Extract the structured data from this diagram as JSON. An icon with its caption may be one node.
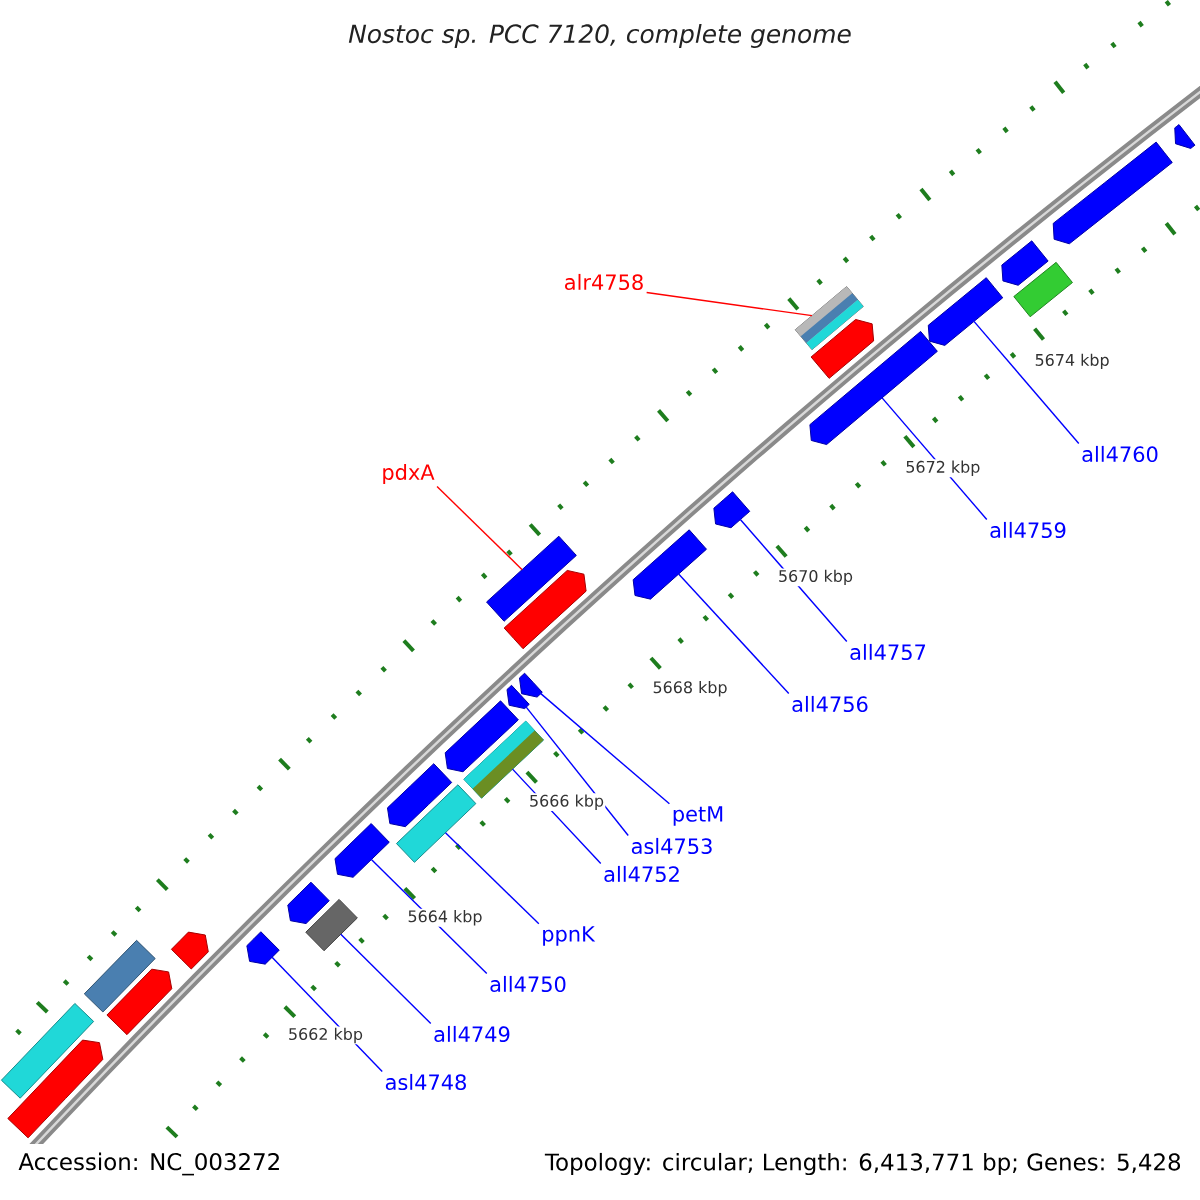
{
  "diagram": {
    "title": "Nostoc sp. PCC 7120, complete genome",
    "nodes": [
      {
        "text": [
          "alr4758"
        ]
      },
      {
        "text": [
          "all4760"
        ]
      },
      {
        "text": [
          "pdxA"
        ]
      },
      {
        "text": [
          "all4759"
        ]
      },
      {
        "text": [
          "all4757"
        ]
      },
      {
        "text": [
          "all4756"
        ]
      },
      {
        "text": [
          "petM"
        ]
      },
      {
        "text": [
          "asl4753"
        ]
      },
      {
        "text": [
          "all4752"
        ]
      },
      {
        "text": [
          "ppnK"
        ]
      },
      {
        "text": [
          "all4750"
        ]
      },
      {
        "text": [
          "all4749"
        ]
      },
      {
        "text": [
          "asl4748"
        ]
      },
      {
        "text": [],
        "shape": "arrow"
      },
      {
        "text": [],
        "shape": "arrow"
      },
      {
        "text": [],
        "shape": "arrow"
      },
      {
        "text": [],
        "shape": "box"
      },
      {
        "text": [],
        "shape": "arrow"
      },
      {
        "text": [],
        "shape": "arrow"
      },
      {
        "text": [],
        "shape": "box"
      },
      {
        "text": [],
        "shape": "arrow"
      },
      {
        "text": [],
        "shape": "arrow"
      },
      {
        "text": [],
        "shape": "arrow"
      },
      {
        "text": [],
        "shape": "box"
      },
      {
        "text": [],
        "shape": "arrow"
      },
      {
        "text": [],
        "shape": "arrow"
      },
      {
        "text": [],
        "shape": "arrow"
      },
      {
        "text": [],
        "shape": "arrow"
      },
      {
        "text": [],
        "shape": "box"
      },
      {
        "text": [],
        "shape": "arrow"
      },
      {
        "text": [],
        "shape": "box"
      },
      {
        "text": [],
        "shape": "arrow"
      },
      {
        "text": [],
        "shape": "arrow"
      },
      {
        "text": [],
        "shape": "box"
      },
      {
        "text": [],
        "shape": "arrow"
      },
      {
        "text": [],
        "shape": "arrow"
      },
      {
        "text": [],
        "shape": "box"
      },
      {
        "text": [],
        "shape": "arrow"
      },
      {
        "text": [],
        "shape": "box"
      },
      {
        "text": [],
        "shape": "arrow"
      }
    ],
    "edges": [
      {
        "from": 0,
        "to": 19,
        "arrow": "none",
        "color": "#ff0000"
      },
      {
        "from": 1,
        "to": 17,
        "arrow": "none"
      },
      {
        "from": 2,
        "to": 23,
        "arrow": "none",
        "color": "#ff0000"
      },
      {
        "from": 3,
        "to": 18,
        "arrow": "none"
      },
      {
        "from": 4,
        "to": 21,
        "arrow": "none"
      },
      {
        "from": 5,
        "to": 22,
        "arrow": "none"
      },
      {
        "from": 6,
        "to": 25,
        "arrow": "none"
      },
      {
        "from": 7,
        "to": 26,
        "arrow": "none"
      },
      {
        "from": 8,
        "to": 28,
        "arrow": "none"
      },
      {
        "from": 9,
        "to": 30,
        "arrow": "none"
      },
      {
        "from": 10,
        "to": 31,
        "arrow": "none"
      },
      {
        "from": 11,
        "to": 33,
        "arrow": "none"
      },
      {
        "from": 12,
        "to": 35,
        "arrow": "none"
      }
    ],
    "labels": [
      "5674 kbp",
      "5672 kbp",
      "5670 kbp",
      "5668 kbp",
      "5666 kbp",
      "5664 kbp",
      "5662 kbp",
      "Accession: NC_003272",
      "Topology: circular; Length: 6,413,771 bp; Genes: 5,428"
    ]
  }
}
